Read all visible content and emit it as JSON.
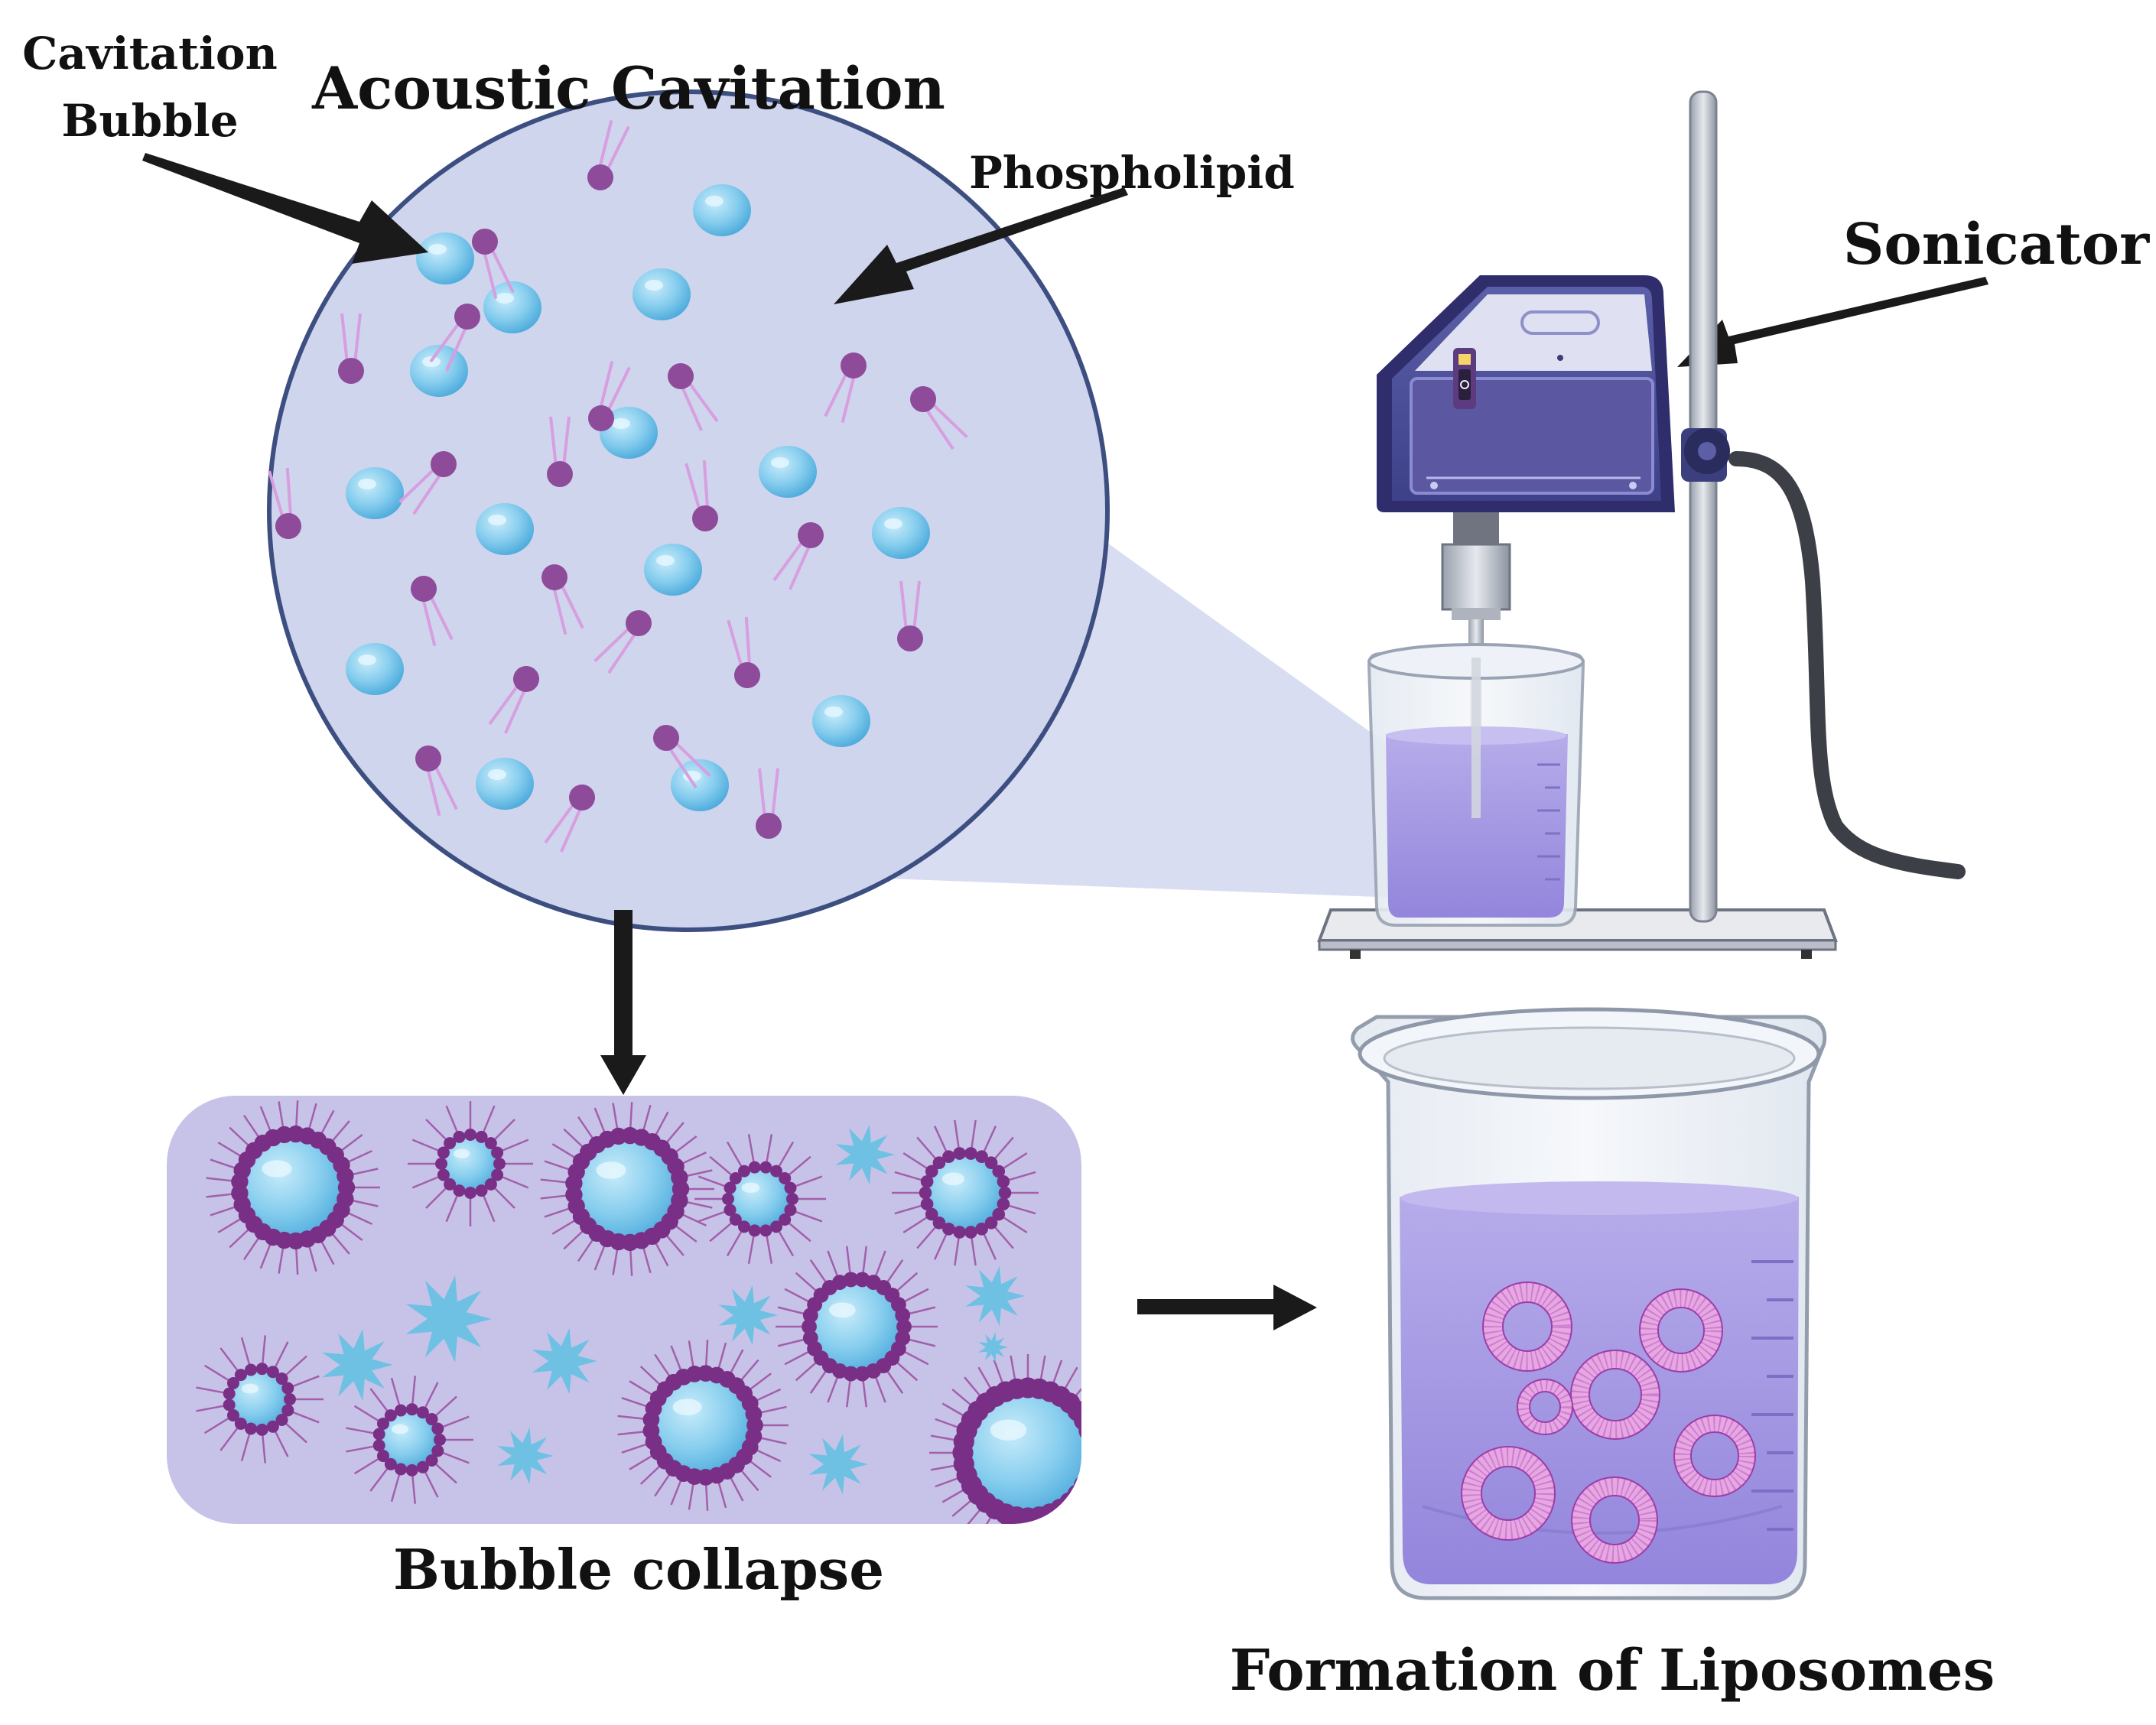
{
  "labels": {
    "cavitation_bubble_line1": "Cavitation",
    "cavitation_bubble_line2": "Bubble",
    "acoustic_cavitation": "Acoustic Cavitation",
    "phospholipid": "Phospholipid",
    "sonicator": "Sonicator",
    "bubble_collapse": "Bubble collapse",
    "formation_of_liposomes": "Formation of Liposomes"
  },
  "colors": {
    "circle_fill": "#cdd3ec",
    "circle_border": "#3d4e80",
    "bubble": "#7cc6ea",
    "phospholipid_head": "#8e4b9a",
    "phospholipid_tail": "#d79ee0",
    "panel_fill": "#c6c2e8",
    "liquid": "#a79be4",
    "sonicator_body": "#4a4f96",
    "sonicator_frame": "#2e2c6a",
    "liposome": "#e3a3e0",
    "arrow": "#1a1a1a"
  },
  "icons": [
    "arrow-down-icon",
    "arrow-right-icon",
    "pointer-arrow-icon",
    "sonicator-icon",
    "beaker-icon",
    "liposome-icon"
  ]
}
